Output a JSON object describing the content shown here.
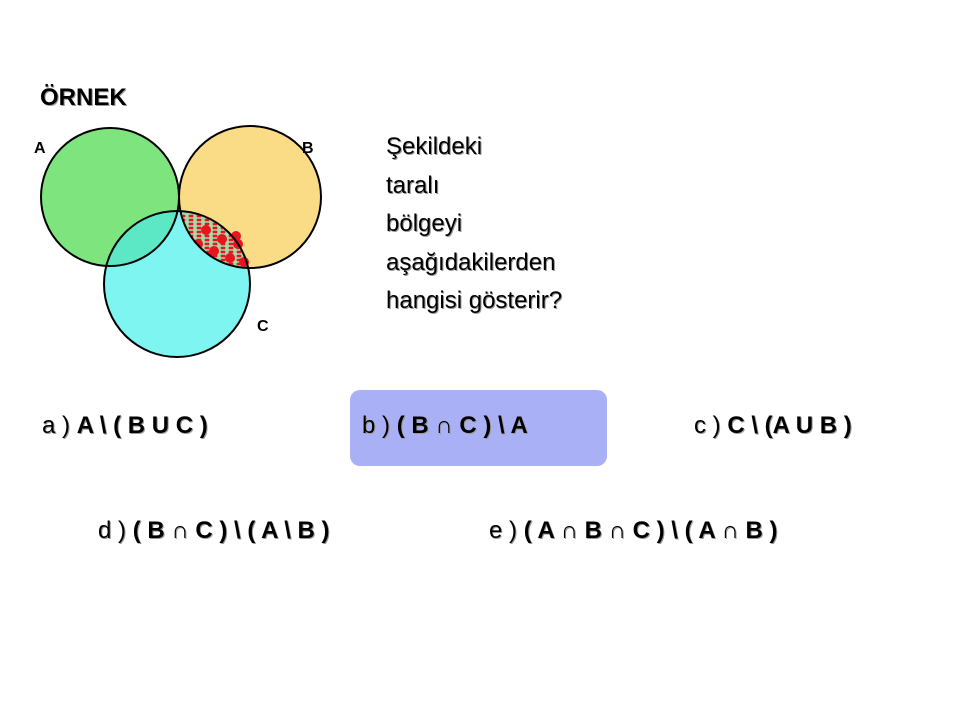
{
  "title": "ÖRNEK",
  "diagram": {
    "labels": {
      "a": "A",
      "b": "B",
      "c": "C"
    },
    "colors": {
      "a": "#7ee57e",
      "b": "#f9dc85",
      "c": "#7ef5f0",
      "ab": "#bde85a",
      "ac": "#5de8c5",
      "bc": "#a5d9a8",
      "dots": "#e8141e"
    }
  },
  "question": {
    "lines": [
      "Şekildeki",
      "taralı",
      "bölgeyi",
      "aşağıdakilerden",
      "hangisi  gösterir?"
    ]
  },
  "options": [
    {
      "key": "a )",
      "expr": "A \\ ( B U C )"
    },
    {
      "key": "b )",
      "expr": "( B ∩ C ) \\  A"
    },
    {
      "key": "c )",
      "expr": "C \\ (A U B )"
    },
    {
      "key": "d )",
      "expr": "( B ∩ C ) \\  ( A \\ B )"
    },
    {
      "key": "e )",
      "expr": "( A ∩ B ∩ C ) \\  ( A ∩ B )"
    }
  ],
  "highlight_option": "b"
}
